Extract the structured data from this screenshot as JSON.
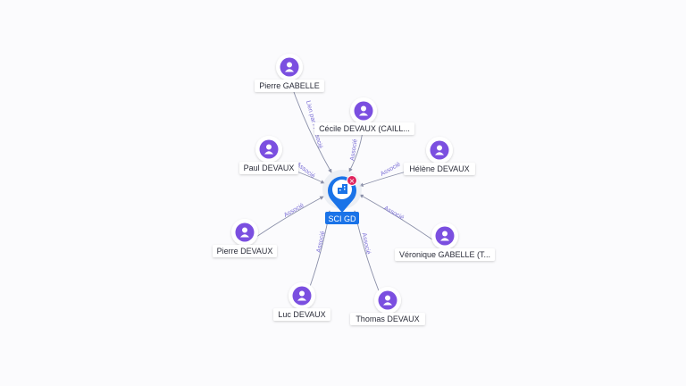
{
  "center": {
    "label": "SCI GD",
    "badge": "×",
    "color": "#1a73e8",
    "badge_color": "#e0245e"
  },
  "person_color": "#7b4fe0",
  "edge_color": "#8a8fa8",
  "edge_label_color": "#7b6fd6",
  "nodes": [
    {
      "id": "pierre-gabelle",
      "label": "Pierre GABELLE",
      "edge_label": "Lien par / Associé"
    },
    {
      "id": "cecile-devaux",
      "label": "Cécile DEVAUX (CAILL...",
      "edge_label": "Associé"
    },
    {
      "id": "helene-devaux",
      "label": "Hélène DEVAUX",
      "edge_label": "Associé"
    },
    {
      "id": "veronique-gabelle",
      "label": "Véronique GABELLE (T...",
      "edge_label": "Associé"
    },
    {
      "id": "thomas-devaux",
      "label": "Thomas DEVAUX",
      "edge_label": "Associé"
    },
    {
      "id": "luc-devaux",
      "label": "Luc DEVAUX",
      "edge_label": "Associé"
    },
    {
      "id": "pierre-devaux",
      "label": "Pierre DEVAUX",
      "edge_label": "Associé"
    },
    {
      "id": "paul-devaux",
      "label": "Paul DEVAUX",
      "edge_label": "Associé"
    }
  ]
}
